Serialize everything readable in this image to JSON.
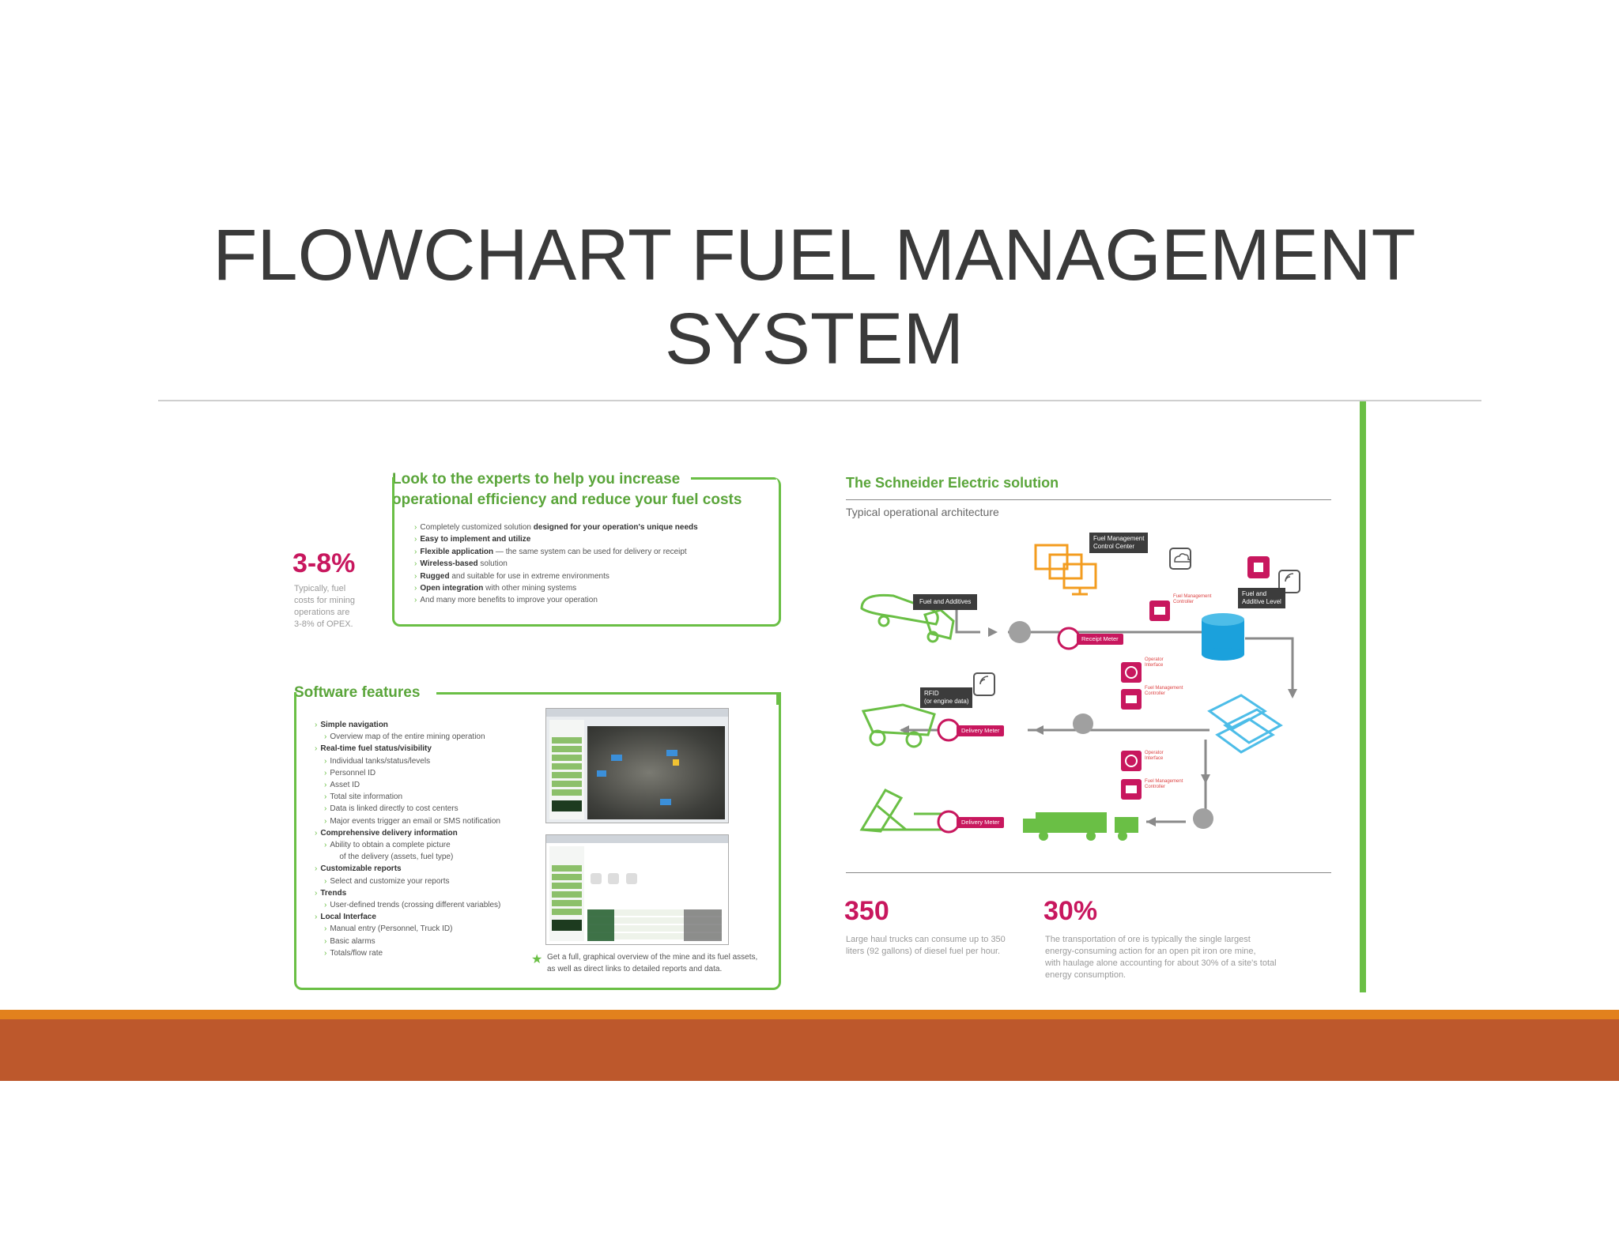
{
  "slide": {
    "title_line1": "FLOWCHART FUEL MANAGEMENT",
    "title_line2": "SYSTEM"
  },
  "left": {
    "experts_heading_line1": "Look to the experts to help you increase",
    "experts_heading_line2": "operational efficiency and reduce your fuel costs",
    "experts_items": [
      {
        "bold": "",
        "before": "Completely customized solution ",
        "bold_after": "designed for your operation's unique needs",
        "after": ""
      },
      {
        "bold": "Easy to implement and utilize",
        "rest": ""
      },
      {
        "bold": "Flexible application",
        "rest": " — the same system can be used for delivery or receipt"
      },
      {
        "bold": "Wireless-based",
        "rest": " solution"
      },
      {
        "bold": "Rugged",
        "rest": " and suitable for use in extreme environments"
      },
      {
        "bold": "Open integration",
        "rest": " with other mining systems"
      },
      {
        "bold": "",
        "rest": "And many more benefits to improve your operation"
      }
    ],
    "stat_value": "3-8%",
    "stat_text": [
      "Typically, fuel",
      "costs for mining",
      "operations are",
      "3-8% of OPEX."
    ],
    "features_heading": "Software features",
    "features": [
      {
        "text": "Simple navigation",
        "level": 0
      },
      {
        "text": "Overview map of the entire mining operation",
        "level": 1
      },
      {
        "text": "Real-time fuel status/visibility",
        "level": 0
      },
      {
        "text": "Individual tanks/status/levels",
        "level": 1
      },
      {
        "text": "Personnel ID",
        "level": 1
      },
      {
        "text": "Asset ID",
        "level": 1
      },
      {
        "text": "Total site information",
        "level": 1
      },
      {
        "text": "Data is linked directly to cost centers",
        "level": 1
      },
      {
        "text": "Major events trigger an email or SMS notification",
        "level": 1
      },
      {
        "text": "Comprehensive delivery information",
        "level": 0
      },
      {
        "text": "Ability to obtain a complete picture",
        "level": 1
      },
      {
        "text": "of the delivery (assets, fuel type)",
        "level": 2
      },
      {
        "text": "Customizable reports",
        "level": 0
      },
      {
        "text": "Select and customize your reports",
        "level": 1
      },
      {
        "text": "Trends",
        "level": 0
      },
      {
        "text": "User-defined trends (crossing different variables)",
        "level": 1
      },
      {
        "text": "Local Interface",
        "level": 0
      },
      {
        "text": "Manual entry (Personnel, Truck ID)",
        "level": 1
      },
      {
        "text": "Basic alarms",
        "level": 1
      },
      {
        "text": "Totals/flow rate",
        "level": 1
      }
    ],
    "caption_line1": "Get a full, graphical overview of the mine and its fuel assets,",
    "caption_line2": "as well as direct links to detailed reports and data."
  },
  "right": {
    "heading": "The Schneider Electric solution",
    "subheading": "Typical operational architecture",
    "labels": {
      "control_center": [
        "Fuel Management",
        "Control Center"
      ],
      "fuel_additives": "Fuel and Additives",
      "fuel_level": [
        "Fuel and",
        "Additive Level"
      ],
      "rfid": [
        "RFID",
        "(or engine data)"
      ],
      "receipt_meter": "Receipt Meter",
      "delivery_meter_1": "Delivery Meter",
      "delivery_meter_2": "Delivery Meter",
      "fm_controller": [
        "Fuel Management",
        "Controller"
      ],
      "operator_interface": [
        "Operator",
        "Interface"
      ]
    },
    "stat1_value": "350",
    "stat1_text": [
      "Large haul trucks can consume up to 350",
      "liters (92 gallons) of diesel fuel per hour."
    ],
    "stat2_value": "30%",
    "stat2_text": [
      "The transportation of ore is typically the single largest",
      "energy-consuming action for an open pit iron ore mine,",
      "with haulage alone accounting for about 30% of a site's total",
      "energy consumption."
    ]
  },
  "colors": {
    "accent_green": "#6abf45",
    "accent_pink": "#c8175e",
    "band_orange": "#e2811d",
    "band_rust": "#bd582c",
    "orange_monitor": "#f39c1f",
    "tank_blue": "#1ba1dc"
  }
}
